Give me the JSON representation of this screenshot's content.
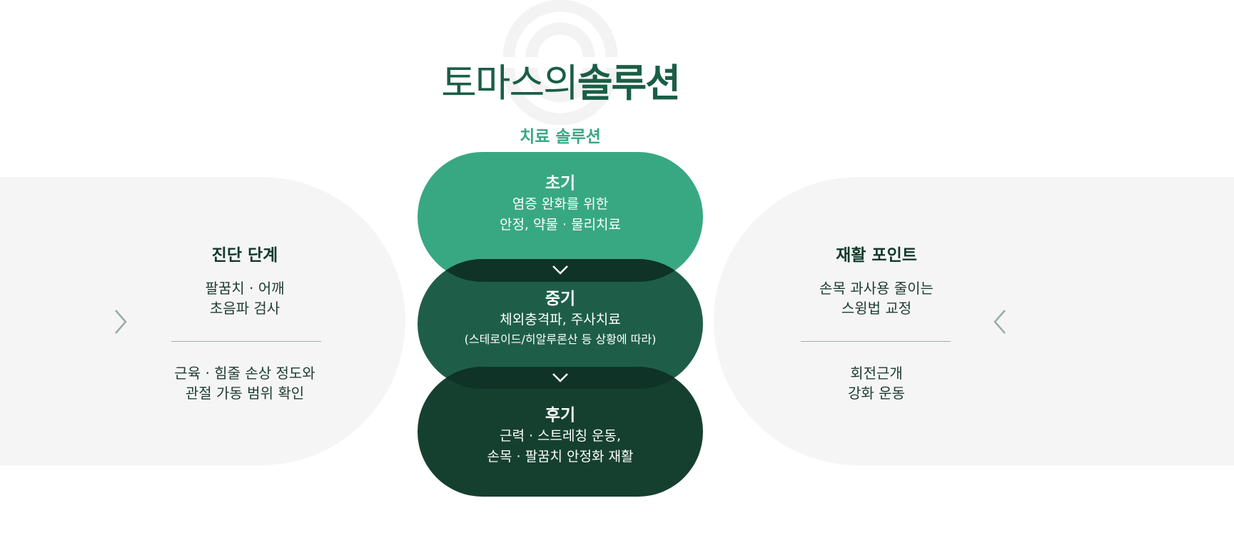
{
  "title": {
    "regular": "토마스의",
    "bold": "솔루션"
  },
  "subtitle": "치료 솔루션",
  "colors": {
    "accent": "#38a882",
    "mid": "#1e5e48",
    "dark": "#154030",
    "overlap": "#0f3326",
    "panel": "#f5f5f5",
    "title": "#1a5e45"
  },
  "left_panel": {
    "heading": "진단 단계",
    "group1": [
      "팔꿈치 · 어깨",
      "초음파 검사"
    ],
    "group2": [
      "근육 · 힘줄 손상 정도와",
      "관절 가동 범위 확인"
    ]
  },
  "right_panel": {
    "heading": "재활 포인트",
    "group1": [
      "손목 과사용 줄이는",
      "스윙법 교정"
    ],
    "group2": [
      "회전근개",
      "강화 운동"
    ]
  },
  "stages": [
    {
      "name": "초기",
      "lines": [
        "염증 완화를 위한",
        "안정, 약물 · 물리치료"
      ]
    },
    {
      "name": "중기",
      "lines": [
        "체외충격파, 주사치료"
      ],
      "note": "(스테로이드/히알루론산 등 상황에 따라)"
    },
    {
      "name": "후기",
      "lines": [
        "근력 · 스트레칭 운동,",
        "손목 · 팔꿈치 안정화 재활"
      ]
    }
  ]
}
